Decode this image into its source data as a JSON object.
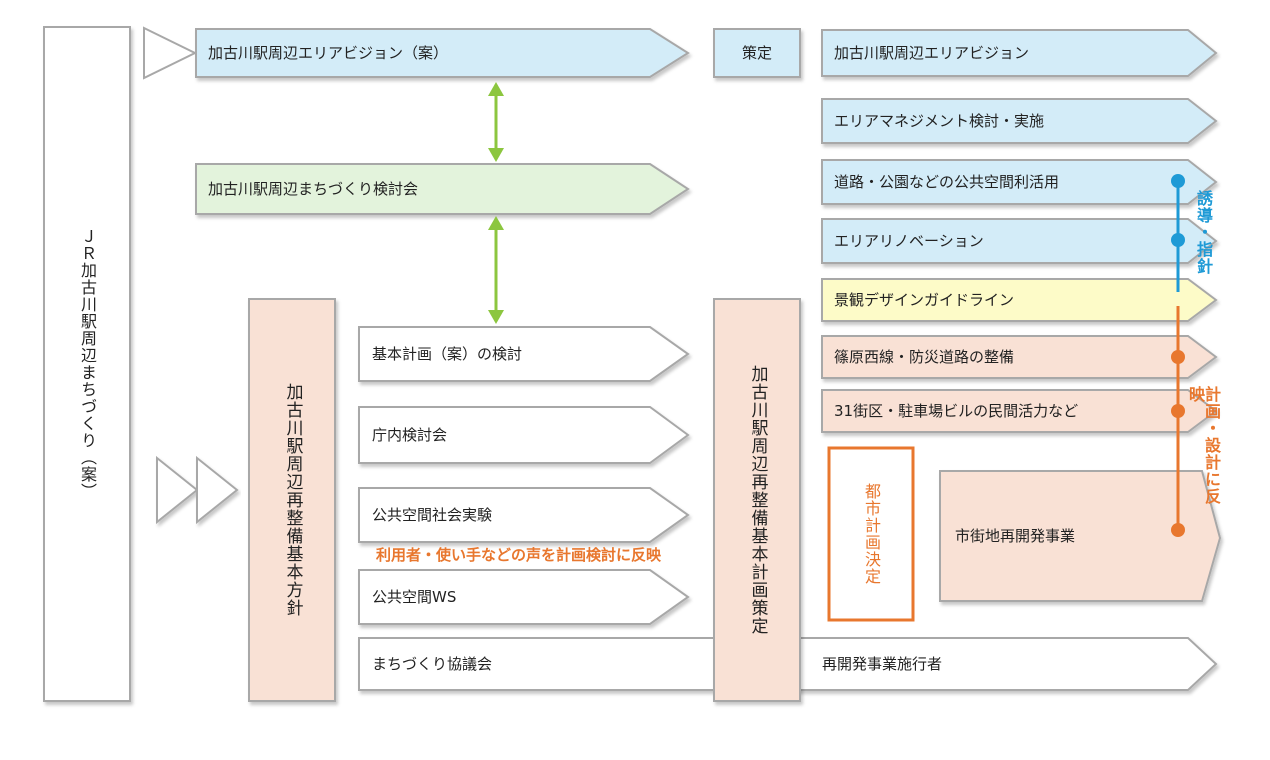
{
  "main_label": "ＪＲ加古川駅周辺まちづくり（案）",
  "vision_draft": "加古川駅周辺エリアビジョン（案）",
  "formulation": "策定",
  "vision": "加古川駅周辺エリアビジョン",
  "area_management": "エリアマネジメント検討・実施",
  "study_group": "加古川駅周辺まちづくり検討会",
  "public_space_use": "道路・公園などの公共空間利活用",
  "renovation": "エリアリノベーション",
  "landscape_guideline": "景観デザインガイドライン",
  "road_improvement": "篠原西線・防災道路の整備",
  "private_vitality": "31街区・駐車場ビルの民間活力など",
  "basic_policy": "加古川駅周辺再整備基本方針",
  "basic_plan_draft": "基本計画（案）の検討",
  "internal_study": "庁内検討会",
  "social_experiment": "公共空間社会実験",
  "user_voice_note": "利用者・使い手などの声を計画検討に反映",
  "public_space_ws": "公共空間WS",
  "community_council": "まちづくり協議会",
  "basic_plan_formulation": "加古川駅周辺再整備基本計画策定",
  "urban_plan_decision": "都市計画決定",
  "redevelopment": "市街地再開発事業",
  "redevelopment_operator": "再開発事業施行者",
  "guidance_label": "誘導・指針",
  "reflect_label": "計画・設計に反映",
  "colors": {
    "blue_fill": "#d3ecf8",
    "green_fill": "#e3f3dc",
    "yellow_fill": "#fdfbc8",
    "salmon_fill": "#f9e1d5",
    "border_gray": "#a8a8a8",
    "arrow_green": "#8cc63f",
    "connector_blue": "#1e9ad6",
    "accent_orange": "#e8772e"
  }
}
